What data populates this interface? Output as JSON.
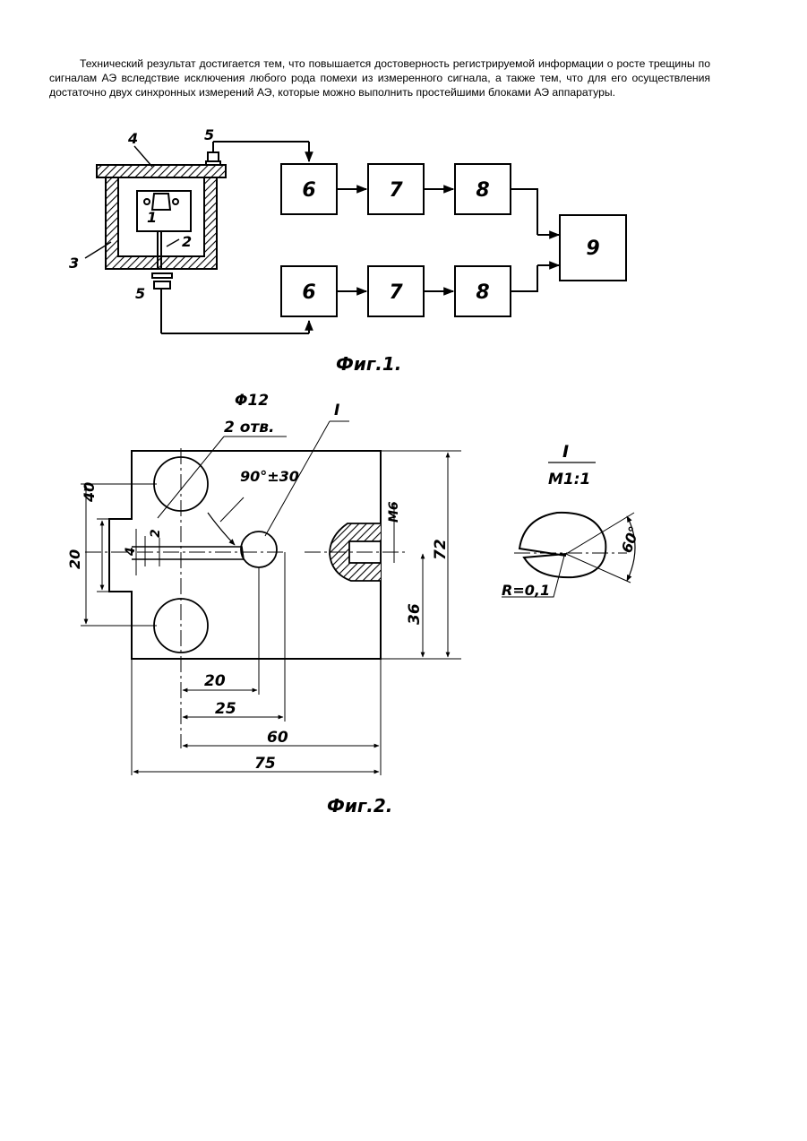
{
  "document": {
    "paragraph": "Технический результат достигается тем, что повышается достоверность регистрируемой информации о росте трещины по сигналам АЭ вследствие исключения любого рода помехи из измеренного сигнала, а также тем, что для его осуществления достаточно двух синхронных измерений АЭ, которые можно выполнить простейшими блоками АЭ аппаратуры."
  },
  "figure1": {
    "caption": "Фиг.1.",
    "labels": {
      "n1": "1",
      "n2": "2",
      "n3": "3",
      "n4": "4",
      "n5_bottom": "5",
      "n5_top": "5"
    },
    "blocks_top": [
      "6",
      "7",
      "8"
    ],
    "blocks_bottom": [
      "6",
      "7",
      "8"
    ],
    "block_final": "9"
  },
  "figure2": {
    "caption": "Фиг.2.",
    "hole_label_line1": "Φ12",
    "hole_label_line2": "2 отв.",
    "detail_marker": "I",
    "angle_label": "90°±30",
    "thread_label": "M6",
    "dims": {
      "d40": "40",
      "d20v": "20",
      "d4": "4",
      "d2": "2",
      "d72": "72",
      "d36": "36",
      "d20h": "20",
      "d25": "25",
      "d60": "60",
      "d75": "75"
    },
    "detail": {
      "title": "I",
      "scale": "M1:1",
      "angle": "60°",
      "radius": "R=0,1"
    }
  }
}
